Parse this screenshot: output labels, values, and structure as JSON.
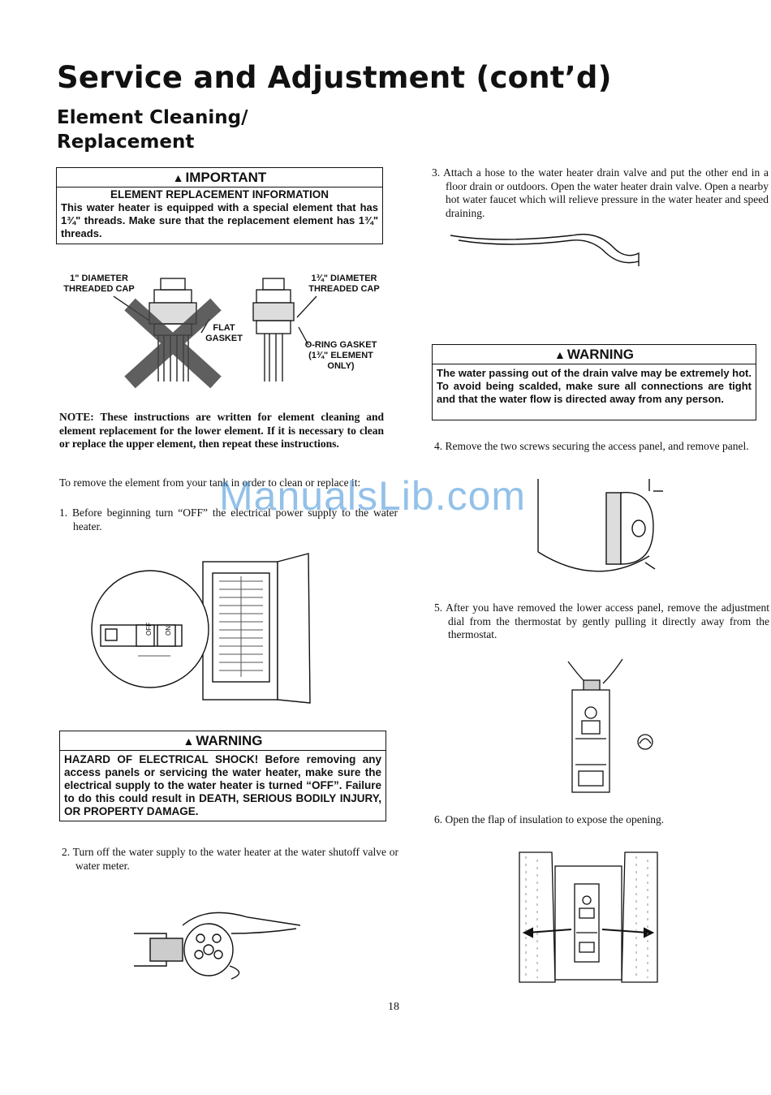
{
  "page": {
    "title": "Service and Adjustment (cont’d)",
    "subtitle_line1": "Element Cleaning/",
    "subtitle_line2": "Replacement",
    "page_number": "18",
    "watermark": "ManualsLib.com"
  },
  "important_box": {
    "header": "IMPORTANT",
    "subheader": "ELEMENT REPLACEMENT INFORMATION",
    "body": "This water heater is equipped with a special element that has 1¾\" threads. Make sure that the replacement element has 1¾\" threads."
  },
  "element_figure": {
    "label_1in": "1\" DIAMETER THREADED CAP",
    "label_134in": "1¾\" DIAMETER THREADED CAP",
    "label_flat": "FLAT GASKET",
    "label_oring": "O-RING GASKET (1¾\" ELEMENT ONLY)"
  },
  "note": "NOTE: These instructions are written for element cleaning and element replacement for the lower element. If it is necessary to clean or replace the upper element, then repeat these instructions.",
  "intro": "To remove the element from your tank in order to clean or replace it:",
  "breaker_figure": {
    "off_label": "OFF",
    "on_label": "ON"
  },
  "warning_electrical": {
    "header": "WARNING",
    "body": "HAZARD OF ELECTRICAL SHOCK! Before removing any access panels or servicing the water heater, make sure the electrical supply to the water heater is turned “OFF”. Failure to do this could result in DEATH, SERIOUS BODILY INJURY, OR PROPERTY DAMAGE."
  },
  "warning_hot": {
    "header": "WARNING",
    "body": "The water passing out of the drain valve may be extremely hot. To avoid being scalded, make sure all connections are tight and that the water flow is directed away from any person."
  },
  "steps": [
    {
      "num": "1.",
      "text": "Before beginning turn “OFF” the electrical power supply to the water heater."
    },
    {
      "num": "2.",
      "text": "Turn off the water supply to the water heater at the water shutoff valve or water meter."
    },
    {
      "num": "3.",
      "text": "Attach a hose to the water heater drain valve and put the other end in a floor drain or outdoors. Open the water heater drain valve. Open a nearby hot water faucet which will relieve pressure in the water heater and speed draining."
    },
    {
      "num": "4.",
      "text": "Remove the two screws securing the access panel, and remove panel."
    },
    {
      "num": "5.",
      "text": "After you have removed the lower access panel, remove the adjustment dial from the thermostat by gently pulling it directly away from the thermostat."
    },
    {
      "num": "6.",
      "text": "Open the flap of insulation to expose the opening."
    }
  ]
}
